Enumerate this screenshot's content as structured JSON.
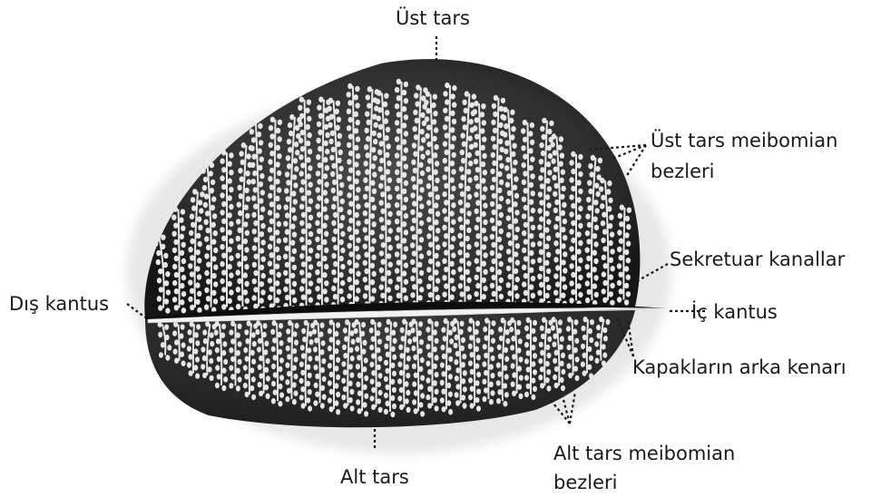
{
  "labels": {
    "ust_tars": "Üst tars",
    "ust_tars_meibomian_line1": "Üst tars meibomian",
    "ust_tars_meibomian_line2": "bezleri",
    "sekretuar_kanallar": "Sekretuar kanallar",
    "dis_kantus": "Dış kantus",
    "ic_kantus": "İç kantus",
    "kapaklarin_arka_kenari": "Kapakların arka kenarı",
    "alt_tars": "Alt tars",
    "alt_tars_meibomian_line1": "Alt tars meibomian",
    "alt_tars_meibomian_line2": "bezleri"
  },
  "colors": {
    "tarsus_dark": "#2c2c2c",
    "gland_light": "#e6e6e6",
    "lid_margin": "#0d0d0d",
    "label_text": "#1a1a1a"
  }
}
